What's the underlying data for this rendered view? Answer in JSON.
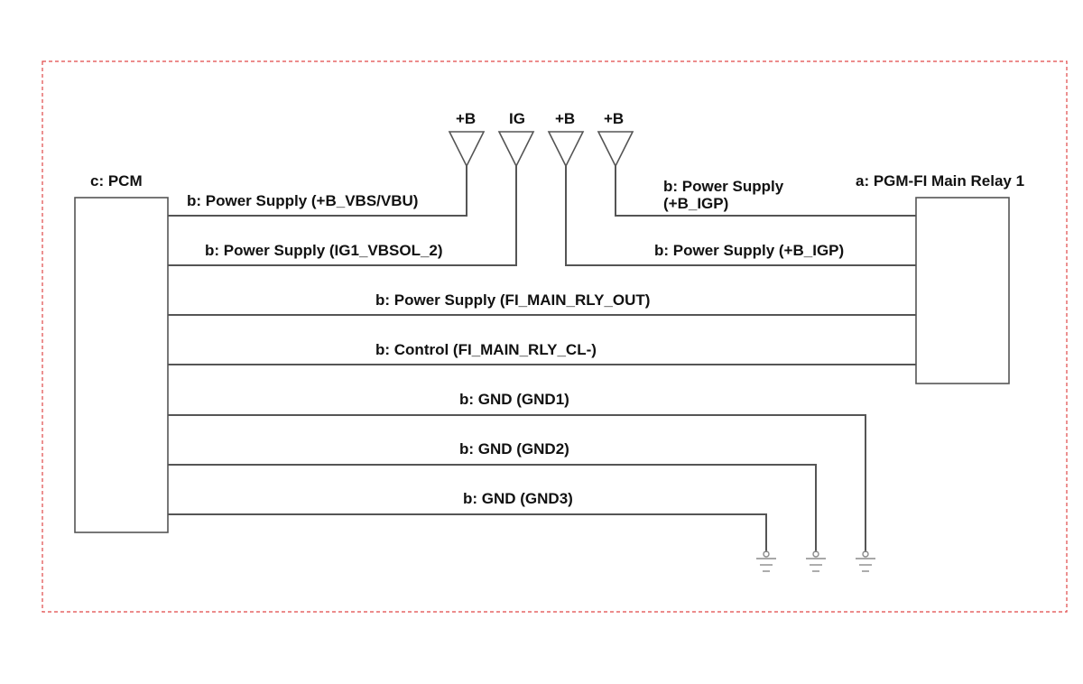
{
  "components": {
    "pcm": "c: PCM",
    "relay": "a: PGM-FI Main Relay 1"
  },
  "supplies": [
    {
      "label": "+B"
    },
    {
      "label": "IG"
    },
    {
      "label": "+B"
    },
    {
      "label": "+B"
    }
  ],
  "wires": {
    "vbs": "b: Power Supply (+B_VBS/VBU)",
    "ig1": "b: Power Supply (IG1_VBSOL_2)",
    "igp_top_line1": "b: Power Supply",
    "igp_top_line2": "(+B_IGP)",
    "igp_mid": "b: Power Supply (+B_IGP)",
    "rly_out": "b: Power Supply (FI_MAIN_RLY_OUT)",
    "control": "b: Control (FI_MAIN_RLY_CL-)",
    "gnd1": "b: GND (GND1)",
    "gnd2": "b: GND (GND2)",
    "gnd3": "b: GND (GND3)"
  },
  "colors": {
    "frame": "#e04848",
    "wire": "#555555",
    "text": "#111111"
  }
}
